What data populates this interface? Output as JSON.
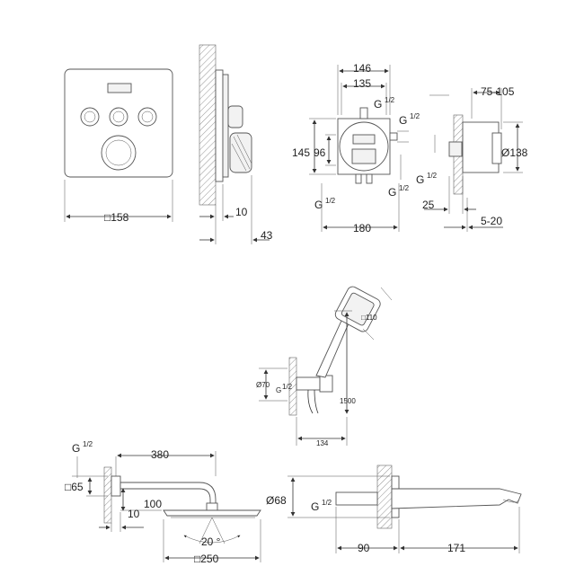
{
  "panel_front": {
    "width_label": "□158"
  },
  "panel_side": {
    "depth_label": "10",
    "projection_label": "43"
  },
  "rough_in_front": {
    "outer_width": "146",
    "inner_width": "135",
    "thread_top": "G",
    "thread_top_frac": "1/2",
    "thread_right": "G",
    "thread_right_frac": "1/2",
    "height_outer": "145",
    "height_inner": "96",
    "thread_bottom_left": "G",
    "thread_bottom_left_frac": "1/2",
    "thread_bottom_right": "G",
    "thread_bottom_right_frac": "1/2",
    "base_width": "180"
  },
  "rough_in_side": {
    "install_depth": "75-105",
    "diameter": "Ø138",
    "thread": "G",
    "thread_frac": "1/2",
    "depth_25": "25",
    "range": "5-20"
  },
  "hand_shower": {
    "head_size": "□110",
    "outlet_diameter": "Ø70",
    "thread": "G",
    "thread_frac": "1/2",
    "hose_length": "1500",
    "holder_length": "134"
  },
  "head_shower": {
    "thread": "G",
    "thread_frac": "1/2",
    "arm_length": "380",
    "flange_size": "□65",
    "drop": "100",
    "wall_gap": "10",
    "angle": "20 °",
    "head_size": "□250"
  },
  "spout": {
    "diameter": "Ø68",
    "thread": "G",
    "thread_frac": "1/2",
    "wall_offset": "90",
    "projection": "171"
  }
}
